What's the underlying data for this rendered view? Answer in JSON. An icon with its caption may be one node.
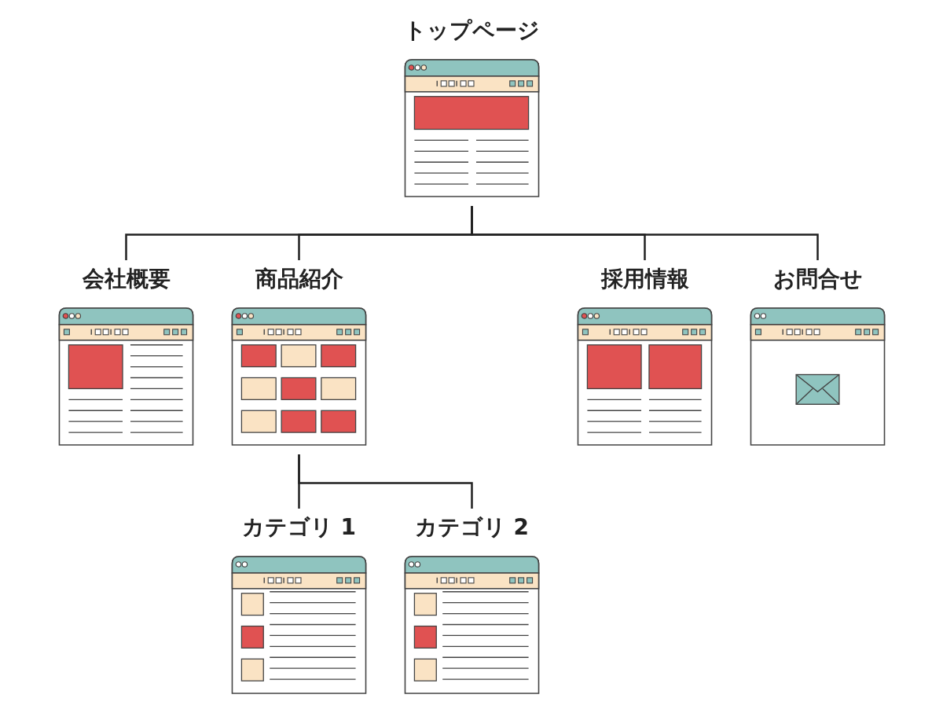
{
  "diagram": {
    "nodes": [
      {
        "text": [
          "トップページ"
        ]
      },
      {
        "text": [
          "会社概要"
        ]
      },
      {
        "text": [
          "商品紹介"
        ]
      },
      {
        "text": [
          "採用情報"
        ]
      },
      {
        "text": [
          "お問合せ"
        ]
      },
      {
        "text": [
          "カテゴリ 1"
        ]
      },
      {
        "text": [
          "カテゴリ 2"
        ]
      }
    ],
    "edges": [
      {
        "from": 0,
        "to": 1,
        "arrow": "none"
      },
      {
        "from": 0,
        "to": 2,
        "arrow": "none"
      },
      {
        "from": 0,
        "to": 3,
        "arrow": "none"
      },
      {
        "from": 0,
        "to": 4,
        "arrow": "none"
      },
      {
        "from": 2,
        "to": 5,
        "arrow": "none"
      },
      {
        "from": 2,
        "to": 6,
        "arrow": "none"
      }
    ]
  }
}
